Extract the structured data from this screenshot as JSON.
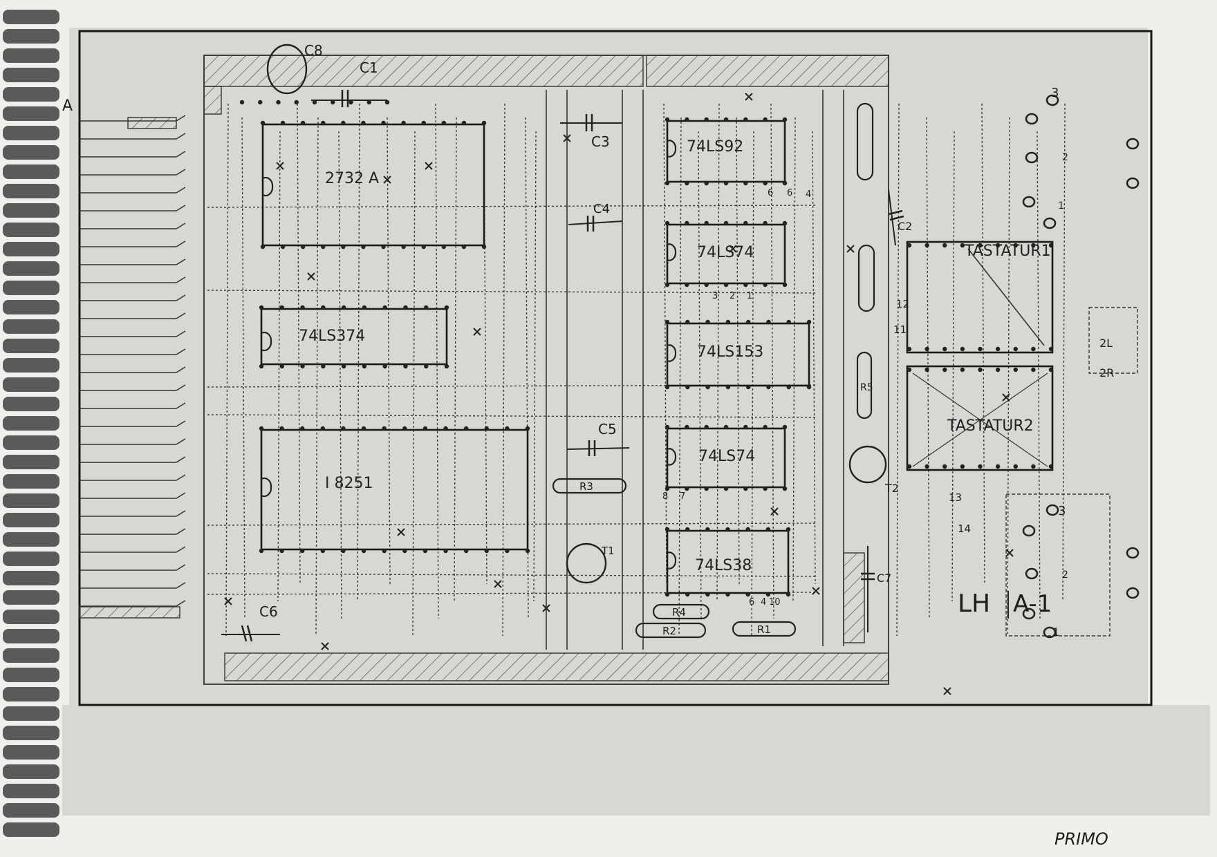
{
  "board": {
    "edge_letter": "A",
    "footer_text": "PRIMO",
    "board_id": {
      "left": "LH",
      "right": "A-1"
    }
  },
  "chips": [
    {
      "id": "u-2732a",
      "label": "2732 A"
    },
    {
      "id": "u-74ls374",
      "label": "74LS374"
    },
    {
      "id": "u-8251",
      "label": "I 8251"
    },
    {
      "id": "u-74ls92",
      "label": "74LS92"
    },
    {
      "id": "u-74ls74a",
      "label": "74LS74"
    },
    {
      "id": "u-74ls153",
      "label": "74LS153"
    },
    {
      "id": "u-74ls74b",
      "label": "74LS74"
    },
    {
      "id": "u-74ls38",
      "label": "74LS38"
    },
    {
      "id": "u-tastatur1",
      "label": "TASTATUR1"
    },
    {
      "id": "u-tastatur2",
      "label": "TASTATUR2"
    }
  ],
  "components": {
    "capacitors": [
      "C8",
      "C1",
      "C3",
      "C4",
      "C5",
      "C6",
      "C2",
      "C7"
    ],
    "resistors": [
      "R3",
      "R4",
      "R2",
      "R1",
      "R5"
    ],
    "transistors": [
      "T1",
      "T2"
    ]
  },
  "pin_labels": {
    "upper_right": [
      "3",
      "2",
      "1"
    ],
    "lower_right": [
      "3",
      "2",
      "1"
    ],
    "midpad": [
      "13",
      "14"
    ],
    "side": [
      "2L",
      "2R"
    ],
    "misc": [
      "6",
      "6",
      "4",
      "3",
      "2",
      "1",
      "12",
      "11",
      "8",
      "7",
      "6",
      "4",
      "10"
    ]
  }
}
